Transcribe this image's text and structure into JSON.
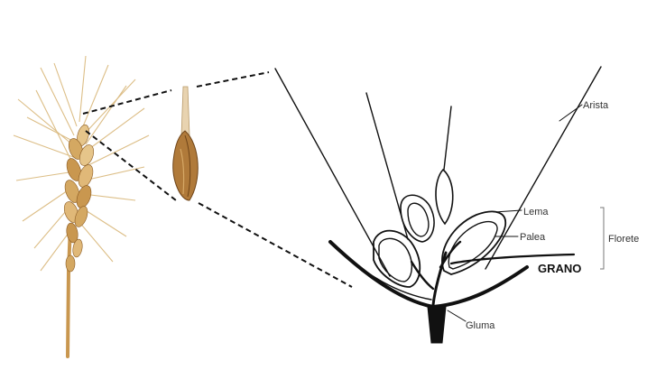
{
  "labels": {
    "arista": "Arista",
    "lema": "Lema",
    "palea": "Palea",
    "grano": "GRANO",
    "florete": "Florete",
    "gluma": "Gluma"
  },
  "icons": {
    "wheat_ear": "wheat-ear-photo-icon",
    "spikelet": "spikelet-photo-icon"
  },
  "colors": {
    "line": "#111111",
    "wheat_light": "#e6c58a",
    "wheat_mid": "#c9974f",
    "wheat_dark": "#8a5a22",
    "spikelet_body": "#b07a3a",
    "spikelet_tip": "#e8d3b0",
    "bracket": "#777777"
  }
}
